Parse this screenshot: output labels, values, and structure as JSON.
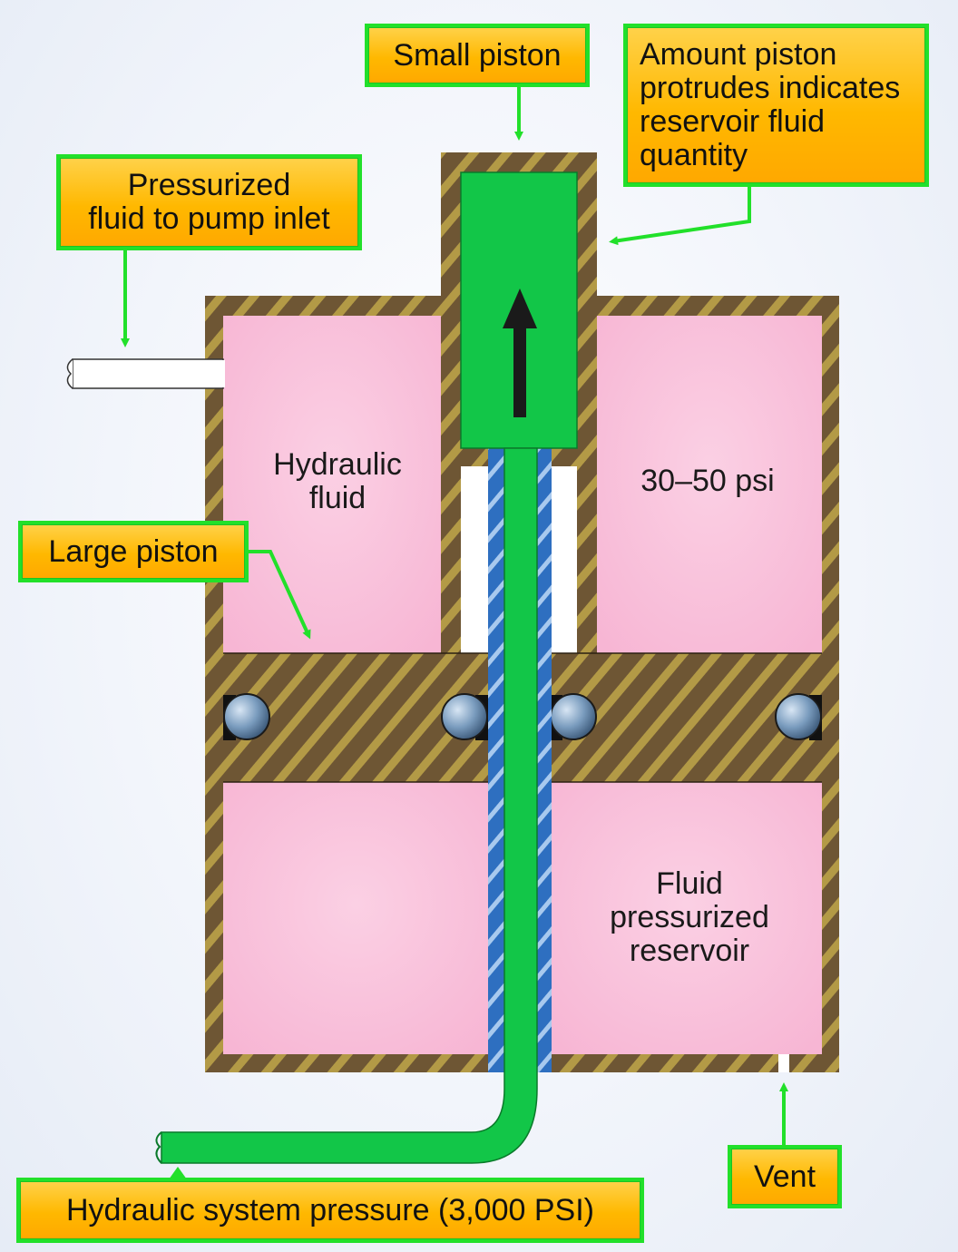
{
  "colors": {
    "callout_fill": "#ffb800",
    "callout_border": "#22e02a",
    "leader_line": "#22e02a",
    "housing_brown": "#6e5634",
    "housing_stripe": "#b39a46",
    "hydraulic_fluid_pink": "#f9bcd8",
    "system_pressure_green": "#12c648",
    "seal_ball": "#6f8fae",
    "tube_blue": "#2e6fc0"
  },
  "callouts": {
    "small_piston": "Small piston",
    "amount_piston": "Amount piston\nprotrudes indicates\nreservoir fluid\nquantity",
    "pressurized_fluid": "Pressurized\nfluid to pump inlet",
    "large_piston": "Large piston",
    "hydraulic_system_pressure": "Hydraulic system pressure (3,000 PSI)",
    "vent": "Vent"
  },
  "regions": {
    "hydraulic_fluid": "Hydraulic\nfluid",
    "pressure_range": "30–50 psi",
    "fluid_pressurized_reservoir": "Fluid\npressurized\nreservoir"
  },
  "icons": {
    "arrow": "up-arrow-icon",
    "seals": "o-ring-seal-icon"
  }
}
